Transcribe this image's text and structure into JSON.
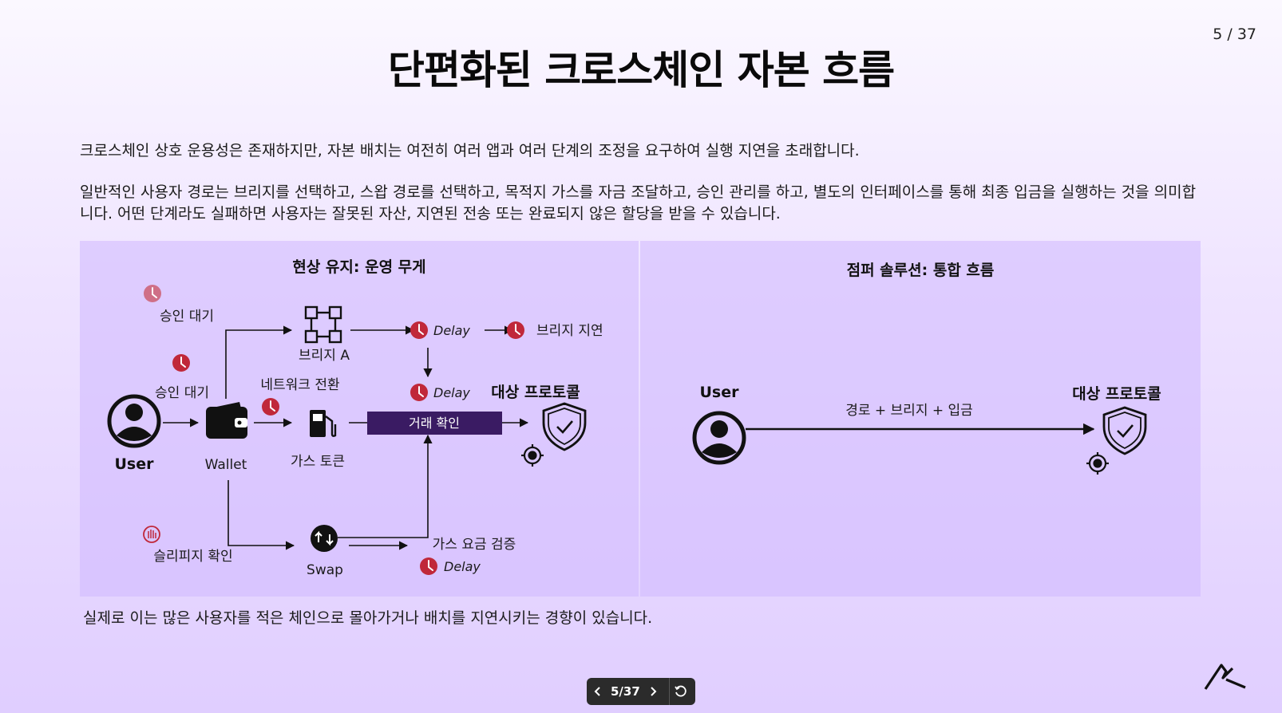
{
  "page_counter": "5 / 37",
  "title": "단편화된 크로스체인 자본 흐름",
  "paragraphs": {
    "p1": "크로스체인 상호 운용성은 존재하지만, 자본 배치는 여전히 여러 앱과 여러 단계의 조정을 요구하여 실행 지연을 초래합니다.",
    "p2": "일반적인 사용자 경로는 브리지를 선택하고, 스왑 경로를 선택하고, 목적지 가스를 자금 조달하고, 승인 관리를 하고, 별도의 인터페이스를 통해 최종 입금을 실행하는 것을 의미합니다. 어떤 단계라도 실패하면 사용자는 잘못된 자산, 지연된 전송 또는 완료되지 않은 할당을 받을 수 있습니다.",
    "p3": "실제로 이는 많은 사용자를 적은 체인으로 몰아가거나 배치를 지연시키는 경향이 있습니다."
  },
  "left_panel": {
    "title": "현상 유지: 운영 무게",
    "user": "User",
    "wallet": "Wallet",
    "approval_wait_1": "승인 대기",
    "approval_wait_2": "승인 대기",
    "bridge_a": "브리지 A",
    "network_switch": "네트워크 전환",
    "gas_token": "가스 토큰",
    "delay_1": "Delay",
    "delay_2": "Delay",
    "delay_3": "Delay",
    "bridge_delay": "브리지 지연",
    "confirm_tx": "거래 확인",
    "target_protocol": "대상 프로토콜",
    "swap": "Swap",
    "slippage_check": "슬리피지 확인",
    "gas_fee_check": "가스 요금 검증"
  },
  "right_panel": {
    "title": "점퍼 솔루션: 통합 흐름",
    "user": "User",
    "route_label": "경로 + 브리지 + 입금",
    "target_protocol": "대상 프로토콜"
  },
  "nav": {
    "counter": "5/37"
  },
  "colors": {
    "delay_red": "#c0283a",
    "approval_pink": "#cf6f87",
    "confirm_box": "#3a1b63",
    "panel_bg": "#d2bcff"
  },
  "icons": [
    "clock-icon",
    "bridge-network-icon",
    "wallet-icon",
    "fuel-pump-icon",
    "shield-check-icon",
    "target-icon",
    "swap-icon",
    "hand-stop-icon",
    "user-icon",
    "chevron-left-icon",
    "chevron-right-icon",
    "restart-icon",
    "brand-logo-icon"
  ]
}
